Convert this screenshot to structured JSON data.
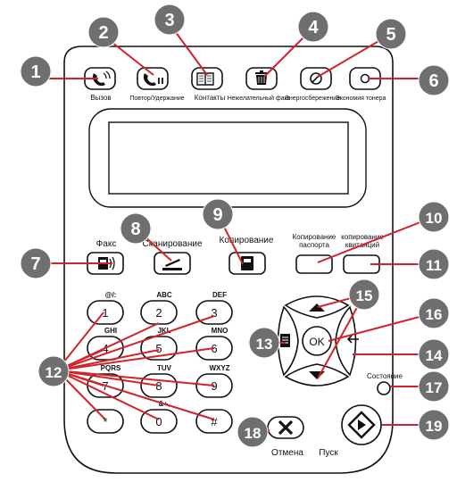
{
  "colors": {
    "callout": "#d2232a",
    "outline": "#111111",
    "badge_fill": "#6f6f6f"
  },
  "top_buttons": [
    {
      "label": "Вызов",
      "icon": "phone-icon"
    },
    {
      "label": "Повтор/Удержание",
      "icon": "redial-hold-icon"
    },
    {
      "label": "Контакты",
      "icon": "book-icon"
    },
    {
      "label": "Нежелательный факс",
      "icon": "trash-icon"
    },
    {
      "label": "Энергосбережение",
      "icon": "power-save-icon"
    },
    {
      "label": "Экономия тонера",
      "icon": "toner-save-icon"
    }
  ],
  "mode_buttons": [
    {
      "label": "Факс",
      "icon": "fax-icon"
    },
    {
      "label": "Сканирование",
      "icon": "scan-icon"
    },
    {
      "label": "Копирование",
      "icon": "copy-icon"
    }
  ],
  "copy_special": {
    "passport_label": "Копирование паспорта",
    "receipt_label": "копирование квитанций"
  },
  "keypad": [
    {
      "key": "1",
      "letters": "@/:"
    },
    {
      "key": "2",
      "letters": "ABC"
    },
    {
      "key": "3",
      "letters": "DEF"
    },
    {
      "key": "4",
      "letters": "GHI"
    },
    {
      "key": "5",
      "letters": "JKL"
    },
    {
      "key": "6",
      "letters": "MNO"
    },
    {
      "key": "7",
      "letters": "PQRS"
    },
    {
      "key": "8",
      "letters": "TUV"
    },
    {
      "key": "9",
      "letters": "WXYZ"
    },
    {
      "key": "*",
      "letters": ""
    },
    {
      "key": "0",
      "letters": "&+,"
    },
    {
      "key": "#",
      "letters": ""
    }
  ],
  "nav": {
    "ok_label": "OK"
  },
  "status_label": "Состояние",
  "cancel_label": "Отмена",
  "start_label": "Пуск",
  "callouts": [
    "1",
    "2",
    "3",
    "4",
    "5",
    "6",
    "7",
    "8",
    "9",
    "10",
    "11",
    "12",
    "13",
    "14",
    "15",
    "16",
    "17",
    "18",
    "19"
  ]
}
